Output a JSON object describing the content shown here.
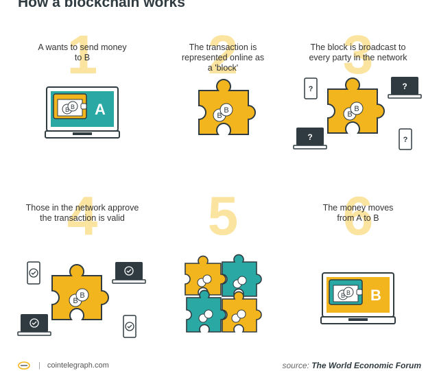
{
  "title": "How a blockchain works",
  "steps": [
    {
      "number": "1",
      "text": "A wants to send money to B"
    },
    {
      "number": "2",
      "text": "The transaction is represented online as a 'block'"
    },
    {
      "number": "3",
      "text": "The block is broadcast to every party in the network"
    },
    {
      "number": "4",
      "text": "Those in the network approve the transaction is valid"
    },
    {
      "number": "5",
      "text": ""
    },
    {
      "number": "6",
      "text": "The money moves from A to B"
    }
  ],
  "labels": {
    "sender": "A",
    "receiver": "B",
    "coin": "B",
    "unknown": "?"
  },
  "footer": {
    "site": "cointelegraph.com",
    "source_prefix": "source:",
    "source_name": "The World Economic Forum"
  },
  "colors": {
    "teal": "#2aa8a3",
    "yellow": "#f2b51d",
    "dark": "#2f3b40",
    "number": "#fbe3a0"
  }
}
